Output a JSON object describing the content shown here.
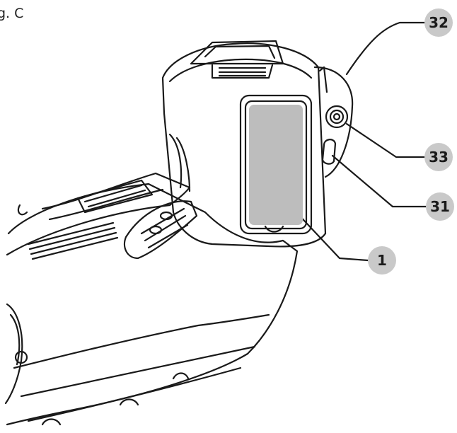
{
  "figure_label": "g. C",
  "callouts": [
    {
      "id": "32",
      "label": "32"
    },
    {
      "id": "33",
      "label": "33"
    },
    {
      "id": "31",
      "label": "31"
    },
    {
      "id": "1",
      "label": "1"
    }
  ],
  "colors": {
    "line": "#1a1a1a",
    "badge_fill": "#c9c9c9",
    "screen_fill": "#bdbdbd",
    "background": "#ffffff"
  }
}
